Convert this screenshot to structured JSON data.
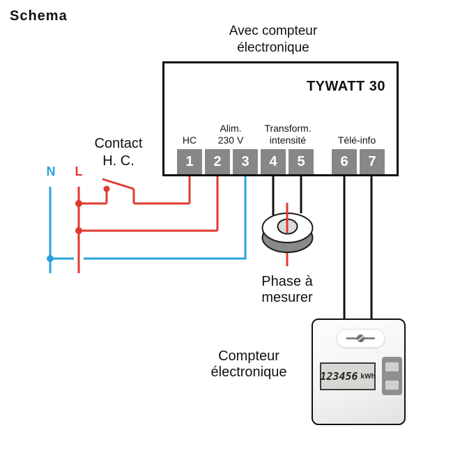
{
  "title": "Schema",
  "top_caption": {
    "line1": "Avec compteur",
    "line2": "électronique"
  },
  "tywatt": {
    "name": "TYWATT 30",
    "terminals": [
      "1",
      "2",
      "3",
      "4",
      "5",
      "6",
      "7"
    ],
    "groups": {
      "hc": {
        "line1": "",
        "line2": "HC"
      },
      "alim": {
        "line1": "Alim.",
        "line2": "230 V"
      },
      "transform": {
        "line1": "Transform.",
        "line2": "intensité"
      },
      "teleinfo": {
        "line1": "",
        "line2": "Télé-info"
      }
    }
  },
  "labels": {
    "contact": {
      "line1": "Contact",
      "line2": "H. C."
    },
    "neutral": "N",
    "live": "L",
    "phase": {
      "line1": "Phase à",
      "line2": "mesurer"
    },
    "meter_caption": {
      "line1": "Compteur",
      "line2": "électronique"
    }
  },
  "meter": {
    "display_value": "123456",
    "display_unit": "kWh"
  },
  "colors": {
    "live": "#E03A2F",
    "neutral": "#2AA3DC",
    "terminal": "#878787",
    "torus-side": "#8A8A8A"
  }
}
